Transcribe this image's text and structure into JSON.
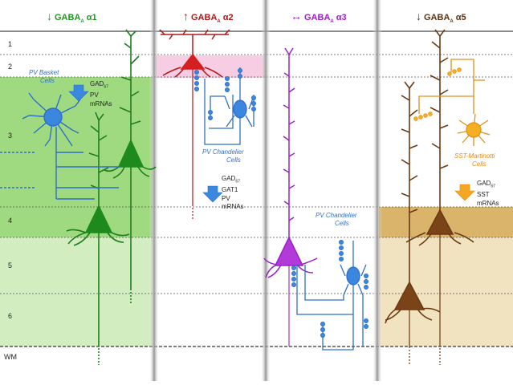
{
  "colors": {
    "alpha1": "#1e9a1e",
    "alpha2": "#b01818",
    "alpha3": "#9a20c8",
    "alpha5": "#6b3a12",
    "basket_cell": "#2f7fd8",
    "chandelier": "#2f7fd8",
    "sst_cell": "#f0a020",
    "arrow_blue": "#2f7fd8",
    "arrow_orange": "#f0a020"
  },
  "columns": [
    {
      "arrow": "↓",
      "base": "GABA",
      "sub": "A",
      "suffix": " α1",
      "color": "#1e9a1e"
    },
    {
      "arrow": "↑",
      "base": "GABA",
      "sub": "A",
      "suffix": " α2",
      "color": "#b01818"
    },
    {
      "arrow": "↔",
      "base": "GABA",
      "sub": "A",
      "suffix": " α3",
      "color": "#9a20c8"
    },
    {
      "arrow": "↓",
      "base": "GABA",
      "sub": "A",
      "suffix": " α5",
      "color": "#5a3210"
    }
  ],
  "layers": [
    "1",
    "2",
    "3",
    "4",
    "5",
    "6",
    "WM"
  ],
  "cells": {
    "pv_basket": [
      "PV Basket",
      "Cells"
    ],
    "pv_chandelier_a2": [
      "PV Chandelier",
      "Cells"
    ],
    "pv_chandelier_a3": [
      "PV Chandelier",
      "Cells"
    ],
    "sst_martinotti": [
      "SST-Martinotti",
      "Cells"
    ]
  },
  "markers": {
    "a1": {
      "gad": "GAD",
      "gad_sub": "67",
      "lines": [
        "PV",
        "mRNAs"
      ]
    },
    "a2": {
      "gad": "GAD",
      "gad_sub": "67",
      "lines": [
        "GAT1",
        "PV",
        "mRNAs"
      ]
    },
    "a5": {
      "gad": "GAD",
      "gad_sub": "67",
      "lines": [
        "SST",
        "mRNAs"
      ]
    }
  },
  "icons": {
    "down_arrow_a1": "down-arrow-blue",
    "down_arrow_a2": "down-arrow-blue",
    "down_arrow_a5": "down-arrow-orange"
  }
}
